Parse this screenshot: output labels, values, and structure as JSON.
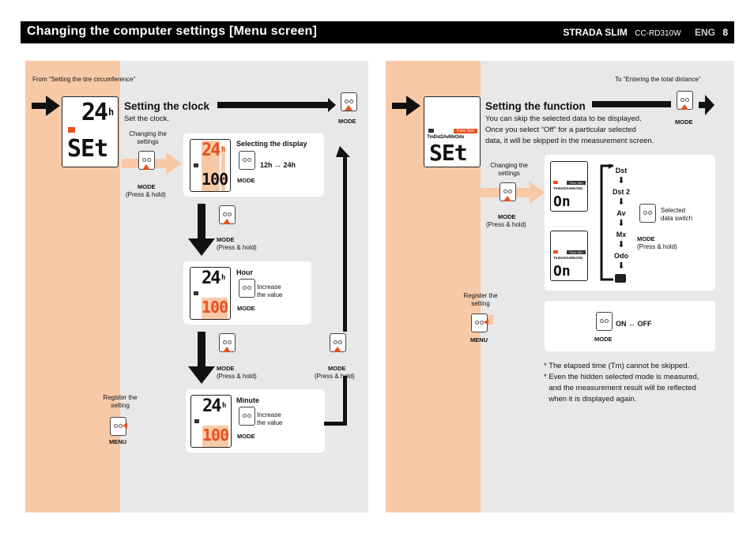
{
  "header": {
    "title": "Changing the computer settings [Menu screen]",
    "product": "STRADA SLIM",
    "model": "CC-RD310W",
    "lang": "ENG",
    "page": "8"
  },
  "left": {
    "from": "From “Setting the tire circumference”",
    "heading": "Setting the clock",
    "sub": "Set the clock.",
    "changing": "Changing the\nsettings",
    "mode": "MODE",
    "press_hold": "(Press & hold)",
    "register": "Register the\nsetting",
    "menu": "MENU",
    "lcd_24": "24",
    "lcd_h": "h",
    "lcd_set": "SEt",
    "lcd_100": "100",
    "sel_title": "Selecting the display",
    "sel_val": "12h ↔ 24h",
    "hour": "Hour",
    "minute": "Minute",
    "increase": "Increase\nthe value"
  },
  "right": {
    "to": "To “Entering the total distance”",
    "heading": "Setting the function",
    "desc": "You can skip the selected data to be displayed.\nOnce you select “Off” for a particular selected\ndata, it will be skipped in the measurement screen.",
    "lcd_func": "TmDst2AvMxOdo",
    "lcd_badge": "Func Sun",
    "list": [
      "Dst",
      "Dst 2",
      "Av",
      "Mx",
      "Odo"
    ],
    "switch": "Selected\ndata switch",
    "onoff": "ON ↔ OFF",
    "lcd_on": "On",
    "note1": "The elapsed time (Tm) cannot be skipped.",
    "note2": "Even the hidden selected mode is measured,\nand the measurement result will be reflected\nwhen it is displayed again."
  },
  "colors": {
    "orange": "#e8501e",
    "peach": "#f8c9a7",
    "gray": "#e8e8e8"
  }
}
